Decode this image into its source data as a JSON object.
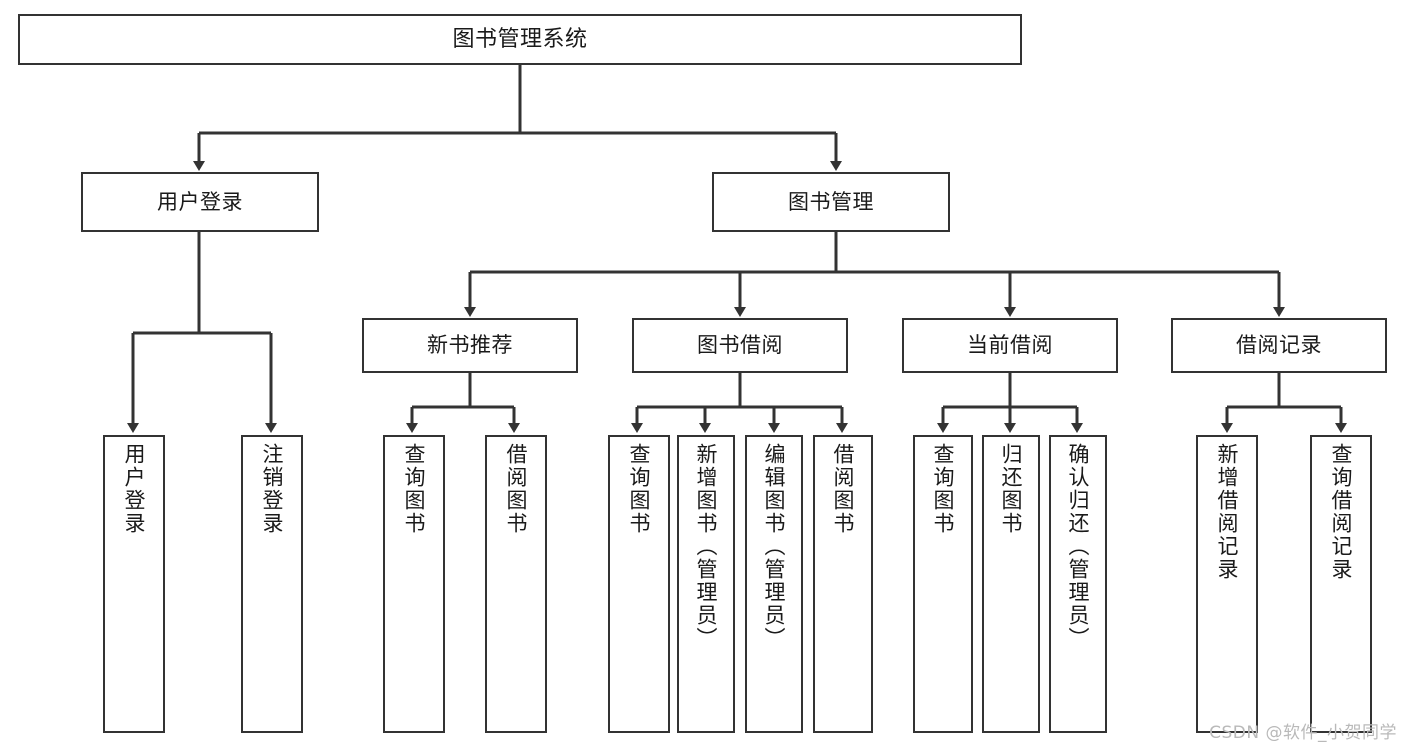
{
  "diagram": {
    "type": "tree",
    "title": "图书管理系统",
    "orientation": "top-down",
    "background_color": "#ffffff",
    "line_color": "#333333",
    "box_border_color": "#333333",
    "box_fill_color": "#ffffff",
    "text_color": "#1a1a1a"
  },
  "nodes": {
    "root": {
      "label": "图书管理系统",
      "level": 0
    },
    "level1": [
      {
        "id": "user-login",
        "label": "用户登录",
        "level": 1
      },
      {
        "id": "book-manage",
        "label": "图书管理",
        "level": 1
      }
    ],
    "level2": [
      {
        "id": "new-book-recommend",
        "label": "新书推荐",
        "level": 2,
        "parent": "book-manage"
      },
      {
        "id": "book-borrow",
        "label": "图书借阅",
        "level": 2,
        "parent": "book-manage"
      },
      {
        "id": "current-borrow",
        "label": "当前借阅",
        "level": 2,
        "parent": "book-manage"
      },
      {
        "id": "borrow-record",
        "label": "借阅记录",
        "level": 2,
        "parent": "book-manage"
      }
    ],
    "leaves": [
      {
        "id": "leaf-user-login",
        "label": "用户登录",
        "parent": "user-login"
      },
      {
        "id": "leaf-logout",
        "label": "注销登录",
        "parent": "user-login"
      },
      {
        "id": "leaf-query-book-1",
        "label": "查询图书",
        "parent": "new-book-recommend"
      },
      {
        "id": "leaf-borrow-book-1",
        "label": "借阅图书",
        "parent": "new-book-recommend"
      },
      {
        "id": "leaf-query-book-2",
        "label": "查询图书",
        "parent": "book-borrow"
      },
      {
        "id": "leaf-add-book",
        "label": "新增图书（管理员）",
        "parent": "book-borrow"
      },
      {
        "id": "leaf-edit-book",
        "label": "编辑图书（管理员）",
        "parent": "book-borrow"
      },
      {
        "id": "leaf-borrow-book-2",
        "label": "借阅图书",
        "parent": "book-borrow"
      },
      {
        "id": "leaf-query-book-3",
        "label": "查询图书",
        "parent": "current-borrow"
      },
      {
        "id": "leaf-return-book",
        "label": "归还图书",
        "parent": "current-borrow"
      },
      {
        "id": "leaf-confirm-return",
        "label": "确认归还（管理员）",
        "parent": "current-borrow"
      },
      {
        "id": "leaf-add-record",
        "label": "新增借阅记录",
        "parent": "borrow-record"
      },
      {
        "id": "leaf-query-record",
        "label": "查询借阅记录",
        "parent": "borrow-record"
      }
    ]
  },
  "watermark": {
    "text": "CSDN @软件_小贺同学"
  }
}
